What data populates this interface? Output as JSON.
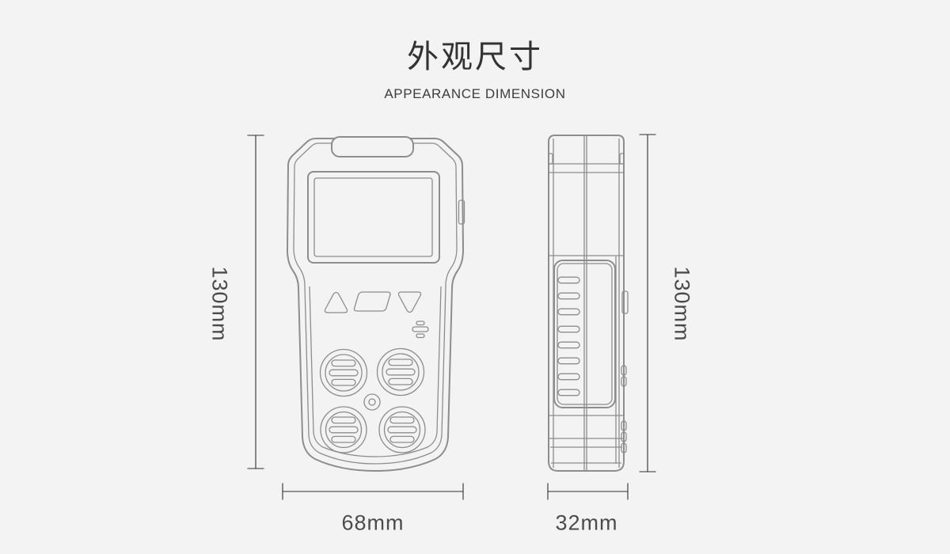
{
  "header": {
    "title": "外观尺寸",
    "subtitle": "APPEARANCE DIMENSION"
  },
  "dimensions": {
    "front_height": "130mm",
    "front_width": "68mm",
    "side_height": "130mm",
    "side_width": "32mm"
  },
  "views": {
    "front": "gas-detector front view line drawing",
    "side": "gas-detector side profile line drawing"
  },
  "icons": {
    "buzzer": "speaker-vent-icon",
    "up_button": "triangle-up-button",
    "menu_button": "parallelogram-button",
    "down_button": "triangle-down-button",
    "sensor_grilles": "four-round-vent-grilles"
  },
  "colors": {
    "background": "#f3f3f4",
    "device_outline": "#8d8d8d",
    "dimension_line": "#2f2f2f",
    "title_text": "#333333",
    "label_text": "#4b4b4b"
  }
}
